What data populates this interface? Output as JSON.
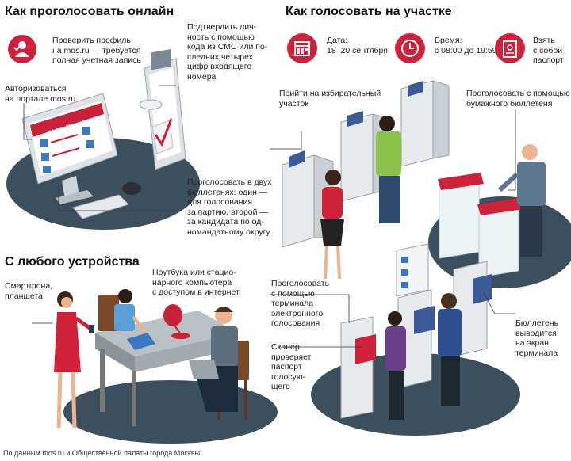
{
  "online": {
    "title": "Как проголосовать онлайн",
    "step_profile": "Проверить профиль\nна mos.ru — требуется\nполная учетная запись",
    "step_sms": "Подтвердить лич-\nность с помощью\nкода из СМС или по-\nследних четырех\nцифр входящего\nномера",
    "step_login": "Авторизоваться\nна портале mos.ru",
    "step_vote": "Проголосовать в двух\nбюллетенях: один —\nдля голосования\nза партию, второй —\nза кандидата по од-\nномандатному округу",
    "screen_logo": "mos.ru"
  },
  "device": {
    "title": "С любого устройства",
    "phone_label": "Смартфона,\nпланшета",
    "pc_label": "Ноутбука или стацио-\nнарного компьютера\nс доступом в интернет"
  },
  "station": {
    "title": "Как голосовать на участке",
    "date_label": "Дата:\n18–20 сентября",
    "time_label": "Время:\nс 08:00 до 19:59",
    "passport_label": "Взять\nс собой\nпаспорт",
    "step_arrive": "Прийти на избирательный\nучасток",
    "step_paper": "Проголосовать с помощью\nбумажного бюллетеня",
    "step_terminal": "Проголосовать\nс помощью\nтерминала\nэлектронного\nголосования",
    "step_scanner": "Сканер\nпроверяет\nпаспорт\nголосую-\nщего",
    "step_ballot_screen": "Бюллетень\nвыводится\nна экран\nтерминала"
  },
  "footer": "По данным mos.ru и Общественной палаты города Москвы",
  "colors": {
    "accent": "#d0213b",
    "floor": "#3d4f5c",
    "booth": "#6b7278"
  },
  "icons": [
    "user-check-icon",
    "calendar-icon",
    "clock-icon",
    "passport-icon"
  ]
}
